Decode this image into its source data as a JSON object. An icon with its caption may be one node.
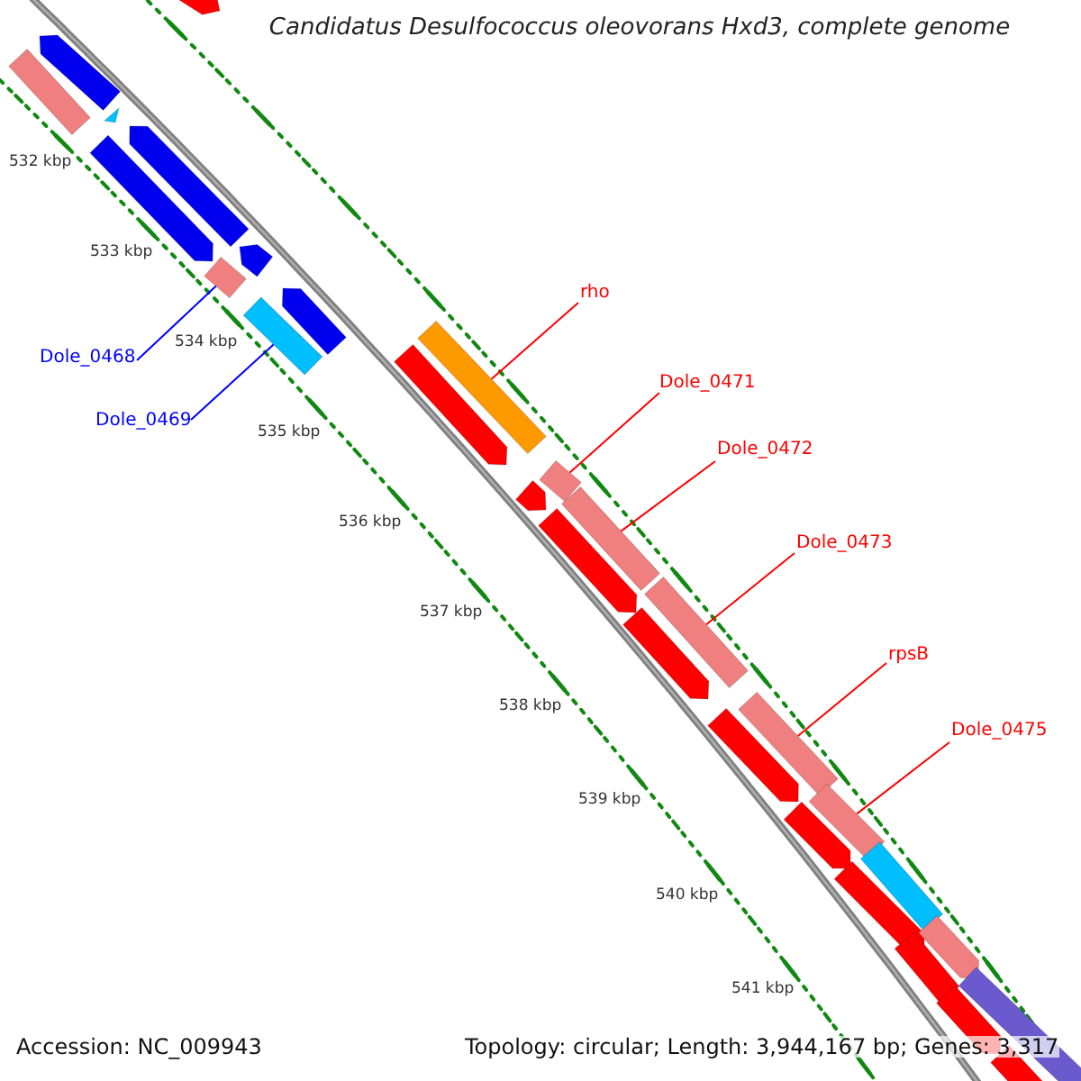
{
  "diagram": {
    "title": "Candidatus Desulfococcus oleovorans Hxd3, complete genome",
    "nodes": [
      {
        "text": [
          "Dole_0468"
        ]
      },
      {
        "text": [],
        "shape": "bar"
      },
      {
        "text": [
          "Dole_0469"
        ]
      },
      {
        "text": [],
        "shape": "bar"
      },
      {
        "text": [
          "rho"
        ]
      },
      {
        "text": [],
        "shape": "bar"
      },
      {
        "text": [
          "Dole_0471"
        ]
      },
      {
        "text": [],
        "shape": "bar"
      },
      {
        "text": [
          "Dole_0472"
        ]
      },
      {
        "text": [],
        "shape": "bar"
      },
      {
        "text": [
          "Dole_0473"
        ]
      },
      {
        "text": [],
        "shape": "bar"
      },
      {
        "text": [
          "rpsB"
        ]
      },
      {
        "text": [],
        "shape": "bar"
      },
      {
        "text": [
          "Dole_0475"
        ]
      },
      {
        "text": [],
        "shape": "bar"
      },
      {
        "text": [],
        "shape": "pentagon"
      },
      {
        "text": [],
        "shape": "bar"
      },
      {
        "text": [],
        "shape": "pentagon"
      },
      {
        "text": [],
        "shape": "triangle"
      },
      {
        "text": [],
        "shape": "pentagon"
      },
      {
        "text": [],
        "shape": "pentagon"
      },
      {
        "text": [],
        "shape": "pentagon"
      },
      {
        "text": [],
        "shape": "pentagon"
      },
      {
        "text": [],
        "shape": "pentagon"
      },
      {
        "text": [],
        "shape": "pentagon"
      },
      {
        "text": [],
        "shape": "pentagon"
      },
      {
        "text": [],
        "shape": "pentagon"
      },
      {
        "text": [],
        "shape": "pentagon"
      },
      {
        "text": [],
        "shape": "pentagon"
      },
      {
        "text": [],
        "shape": "pentagon"
      },
      {
        "text": [],
        "shape": "bar"
      },
      {
        "text": [],
        "shape": "pentagon"
      },
      {
        "text": [],
        "shape": "pentagon"
      },
      {
        "text": [],
        "shape": "bar"
      },
      {
        "text": [],
        "shape": "pentagon"
      },
      {
        "text": [],
        "shape": "bar"
      }
    ],
    "edges": [
      {
        "from": 0,
        "to": 1,
        "arrow": "none",
        "color": "#0000ff"
      },
      {
        "from": 2,
        "to": 3,
        "arrow": "none",
        "color": "#0000ff"
      },
      {
        "from": 4,
        "to": 5,
        "arrow": "none"
      },
      {
        "from": 6,
        "to": 7,
        "arrow": "none"
      },
      {
        "from": 8,
        "to": 9,
        "arrow": "none"
      },
      {
        "from": 10,
        "to": 11,
        "arrow": "none"
      },
      {
        "from": 12,
        "to": 13,
        "arrow": "none"
      },
      {
        "from": 14,
        "to": 15,
        "arrow": "none"
      }
    ],
    "labels": [
      "532 kbp",
      "533 kbp",
      "534 kbp",
      "535 kbp",
      "536 kbp",
      "537 kbp",
      "538 kbp",
      "539 kbp",
      "540 kbp",
      "541 kbp",
      "Accession: NC_009943",
      "Topology: circular; Length: 3,944,167 bp; Genes: 3,317"
    ]
  }
}
